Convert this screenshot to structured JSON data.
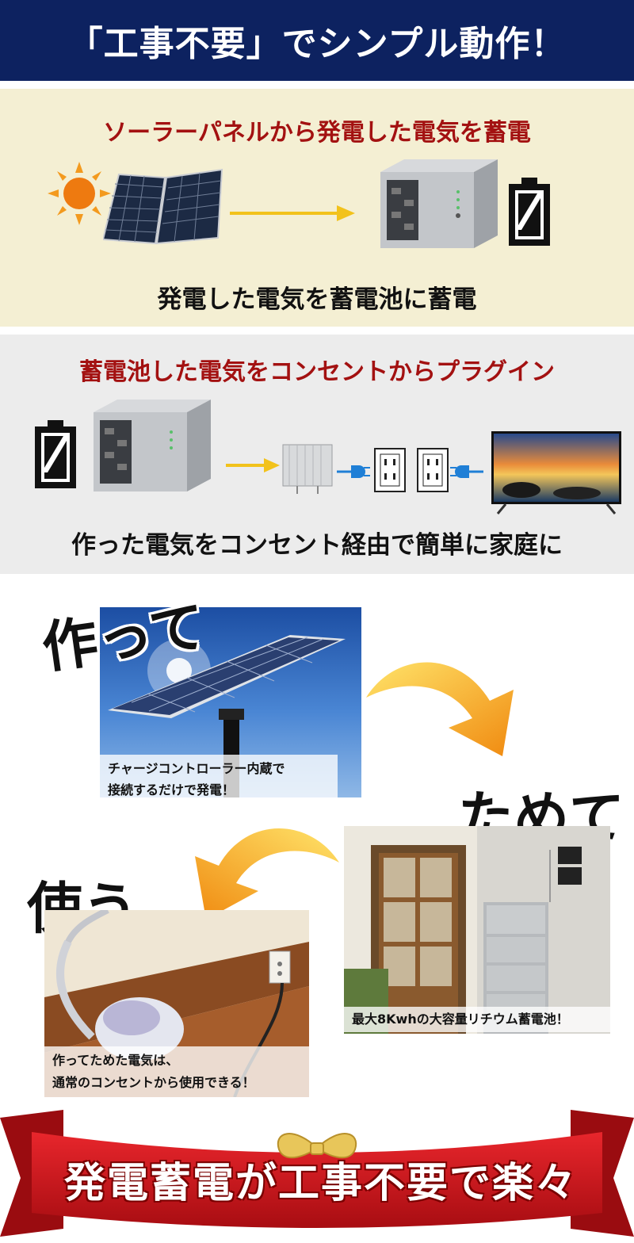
{
  "header": {
    "title": "「工事不要」でシンプル動作！"
  },
  "section1": {
    "title": "ソーラーパネルから発電した電気を蓄電",
    "caption": "発電した電気を蓄電池に蓄電"
  },
  "section2": {
    "title": "蓄電池した電気をコンセントからプラグイン",
    "caption": "作った電気をコンセント経由で簡単に家庭に"
  },
  "steps": {
    "make": {
      "word": "作って",
      "line1": "チャージコントローラー内蔵で",
      "line2": "接続するだけで発電！"
    },
    "store": {
      "word": "ためて",
      "line1": "最大8Kwhの大容量リチウム蓄電池！"
    },
    "use": {
      "word": "使う",
      "line1": "作ってためた電気は、",
      "line2": "通常のコンセントから使用できる！"
    }
  },
  "banner": {
    "text": "発電蓄電が工事不要で楽々"
  },
  "colors": {
    "navy": "#0d2260",
    "accent_red": "#a31111",
    "arrow_orange": "#f6a317",
    "banner_red": "#c8141b"
  }
}
